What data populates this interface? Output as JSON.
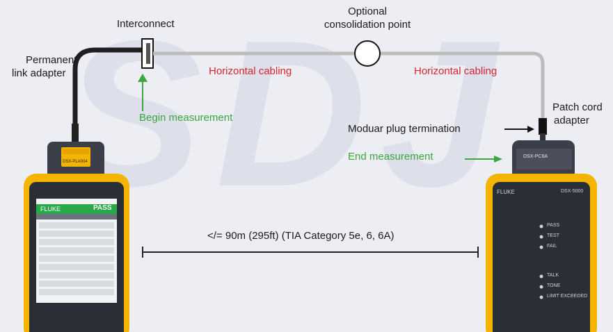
{
  "watermark": "SDJ",
  "labels": {
    "interconnect": "Interconnect",
    "consolidation_line1": "Optional",
    "consolidation_line2": "consolidation point",
    "permanent_line1": "Permanent",
    "permanent_line2": "link adapter",
    "horizontal_left": "Horizontal cabling",
    "horizontal_right": "Horizontal cabling",
    "begin_measurement": "Begin measurement",
    "end_measurement": "End measurement",
    "modular_plug": "Moduar plug termination",
    "patch_line1": "Patch cord",
    "patch_line2": "adapter",
    "distance": "</= 90m (295ft) (TIA Category 5e, 6, 6A)"
  },
  "left_device": {
    "status": "PASS",
    "brand": "FLUKE",
    "adapter_label": "DSX-PLA004"
  },
  "right_device": {
    "brand": "FLUKE",
    "model": "DSX-5000",
    "adapter_label": "DSX-PC6A",
    "indicators": [
      "PASS",
      "TEST",
      "FAIL",
      "TALK",
      "TONE",
      "LIMIT EXCEEDED"
    ]
  },
  "colors": {
    "red_label": "#d8242c",
    "green_label": "#3aa63e",
    "device_yellow": "#f5b400",
    "device_body": "#2a2e37",
    "pass_green": "#2aa84a"
  }
}
